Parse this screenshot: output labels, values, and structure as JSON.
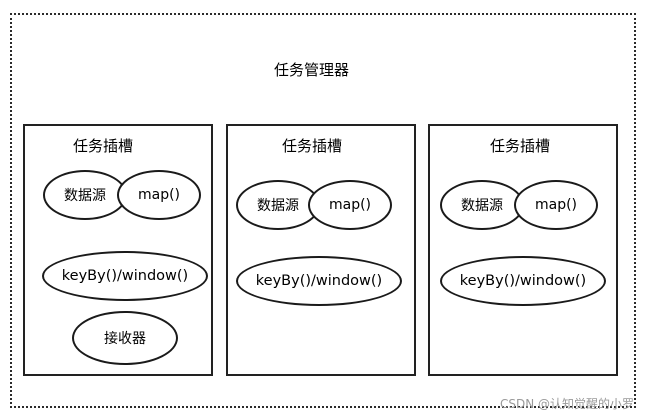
{
  "task_manager": {
    "title": "任务管理器"
  },
  "slots": [
    {
      "title": "任务插槽",
      "source": "数据源",
      "map": "map()",
      "keyby_window": "keyBy()/window()",
      "sink": "接收器"
    },
    {
      "title": "任务插槽",
      "source": "数据源",
      "map": "map()",
      "keyby_window": "keyBy()/window()"
    },
    {
      "title": "任务插槽",
      "source": "数据源",
      "map": "map()",
      "keyby_window": "keyBy()/window()"
    }
  ],
  "watermark": "CSDN @认知觉醒的小罗"
}
